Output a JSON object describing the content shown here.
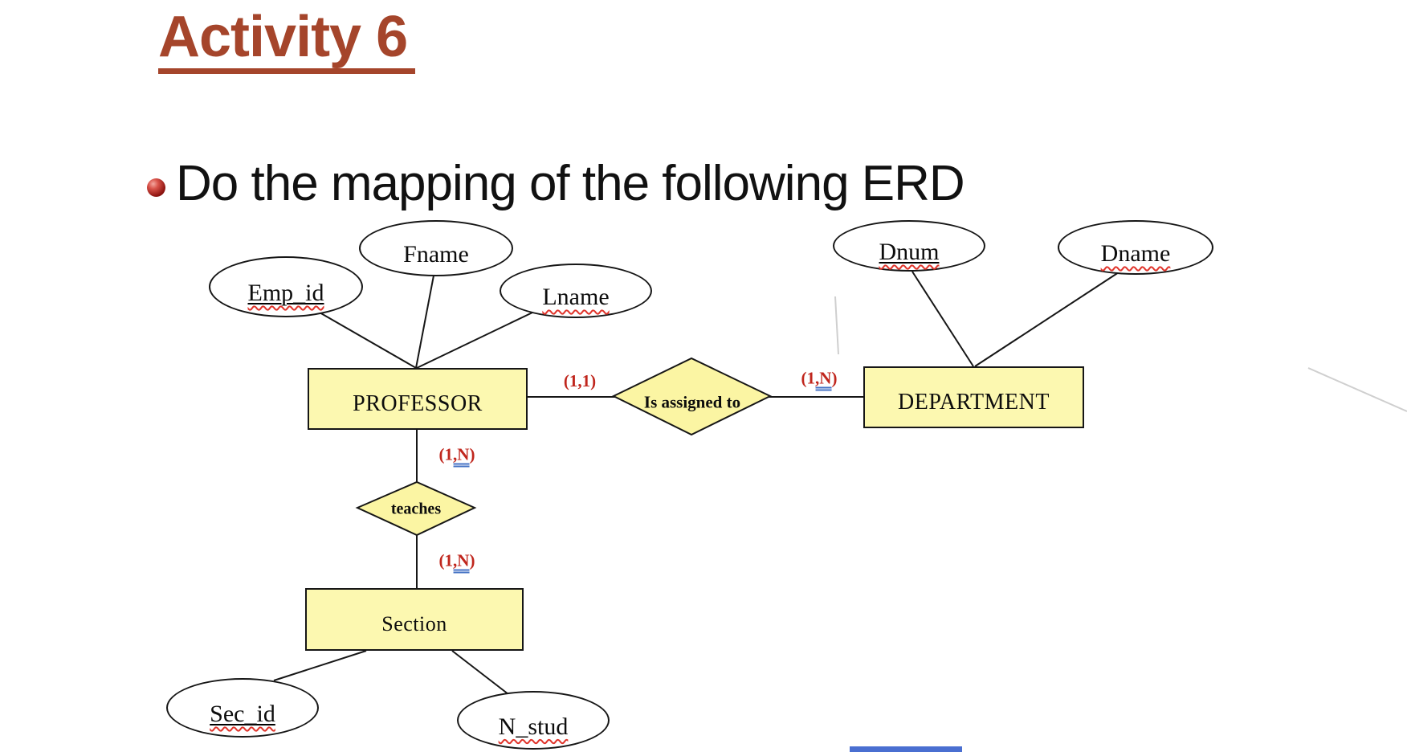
{
  "title": "Activity 6",
  "bullet": {
    "icon": "red-sphere-bullet",
    "text": "Do the mapping of the following ERD"
  },
  "erd": {
    "entities": {
      "professor": "PROFESSOR",
      "department": "DEPARTMENT",
      "section": "Section"
    },
    "relationships": {
      "assigned": "Is assigned to",
      "teaches": "teaches"
    },
    "attributes": {
      "emp_id": "Emp_id",
      "fname": "Fname",
      "lname": "Lname",
      "dnum": "Dnum",
      "dname": "Dname",
      "sec_id": "Sec_id",
      "n_stud": "N_stud"
    },
    "cardinalities": {
      "professor_assigned": "(1,1)",
      "department_assigned": {
        "prefix": "(1",
        "marked": ",N",
        "suffix": ")"
      },
      "professor_teaches": {
        "prefix": "(1",
        "marked": ",N",
        "suffix": ")"
      },
      "section_teaches": {
        "prefix": "(1",
        "marked": ",N",
        "suffix": ")"
      }
    }
  },
  "colors": {
    "title_brown": "#A5452B",
    "shape_fill_yellow": "#FCF8B0",
    "cardinality_red": "#C0261D",
    "spellcheck_red": "#E0342B",
    "grammar_blue": "#4472C4",
    "bottom_bar_blue": "#4A6FD1"
  }
}
